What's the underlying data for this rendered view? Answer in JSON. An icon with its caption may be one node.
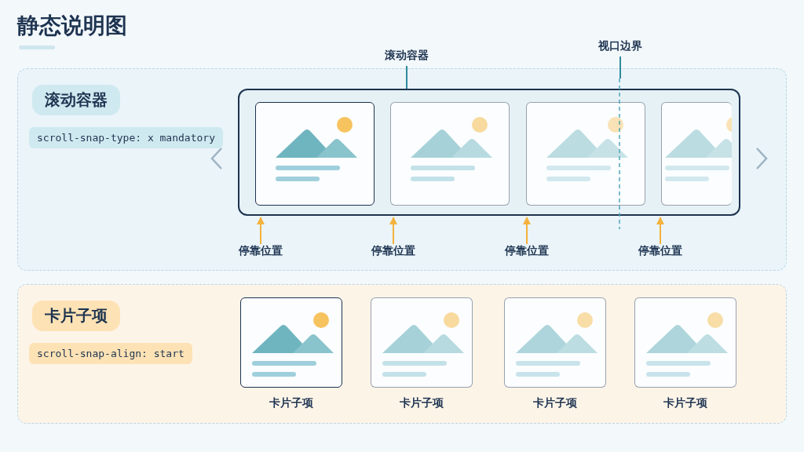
{
  "diagram": {
    "title": "静态说明图",
    "nodes": [
      {
        "text": [
          "滚动容器",
          "scroll-snap-type: x mandatory"
        ]
      },
      {
        "text": [],
        "shape": "box",
        "in": 0
      },
      {
        "text": [],
        "shape": "box",
        "in": 1
      },
      {
        "text": [],
        "shape": "box",
        "in": 1
      },
      {
        "text": [],
        "shape": "box",
        "in": 1
      },
      {
        "text": [],
        "shape": "box",
        "in": 1
      },
      {
        "text": [
          "滚动容器"
        ]
      },
      {
        "text": [
          "视口边界"
        ]
      },
      {
        "text": [],
        "shape": "line",
        "in": 0
      },
      {
        "text": [
          "停靠位置"
        ],
        "in": 0
      },
      {
        "text": [
          "停靠位置"
        ],
        "in": 0
      },
      {
        "text": [
          "停靠位置"
        ],
        "in": 0
      },
      {
        "text": [
          "停靠位置"
        ],
        "in": 0
      },
      {
        "text": [
          "卡片子项",
          "scroll-snap-align: start"
        ]
      },
      {
        "text": [],
        "shape": "box",
        "in": 13,
        "beside": [
          "卡片子项"
        ]
      },
      {
        "text": [],
        "shape": "box",
        "in": 13,
        "beside": [
          "卡片子项"
        ]
      },
      {
        "text": [],
        "shape": "box",
        "in": 13,
        "beside": [
          "卡片子项"
        ]
      },
      {
        "text": [],
        "shape": "box",
        "in": 13,
        "beside": [
          "卡片子项"
        ]
      }
    ],
    "edges": [
      {
        "from": 6,
        "to": 1,
        "arrow": "none",
        "color": "#2f8a9c"
      },
      {
        "from": 7,
        "to": 8,
        "arrow": "none",
        "color": "#2f8a9c"
      },
      {
        "from": 9,
        "to": 2,
        "arrow": "to",
        "color": "#f4b23e"
      },
      {
        "from": 10,
        "to": 3,
        "arrow": "to",
        "color": "#f4b23e"
      },
      {
        "from": 11,
        "to": 4,
        "arrow": "to",
        "color": "#f4b23e"
      },
      {
        "from": 12,
        "to": 5,
        "arrow": "to",
        "color": "#f4b23e"
      }
    ]
  }
}
